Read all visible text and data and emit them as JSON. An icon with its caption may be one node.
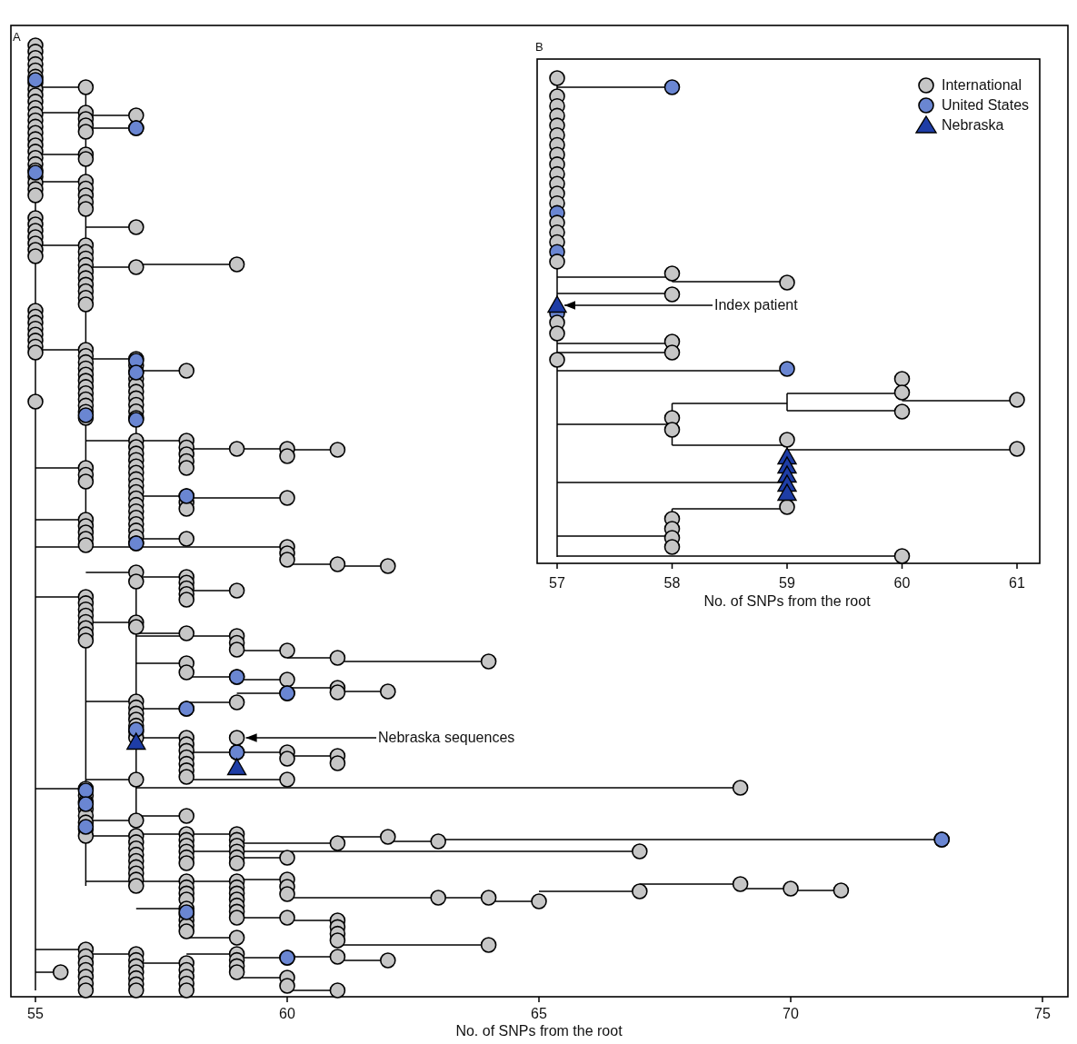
{
  "diagram": {
    "nodes": [
      {
        "text": [
          "Nebraska sequences"
        ]
      },
      {
        "text": [],
        "shape": "circle"
      },
      {
        "text": [
          "Index patient"
        ]
      },
      {
        "text": [],
        "shape": "triangle"
      }
    ],
    "edges": [
      {
        "from": 0,
        "to": 1,
        "arrow": "to"
      },
      {
        "from": 2,
        "to": 3,
        "arrow": "to"
      }
    ],
    "labels": [
      "A",
      "B",
      "57",
      "58",
      "59",
      "60",
      "61",
      "No. of SNPs from the root",
      "55",
      "60",
      "65",
      "70",
      "75",
      "No. of SNPs from the root"
    ],
    "legend": [
      {
        "text": "International"
      },
      {
        "text": "United States"
      },
      {
        "text": "Nebraska"
      }
    ]
  }
}
